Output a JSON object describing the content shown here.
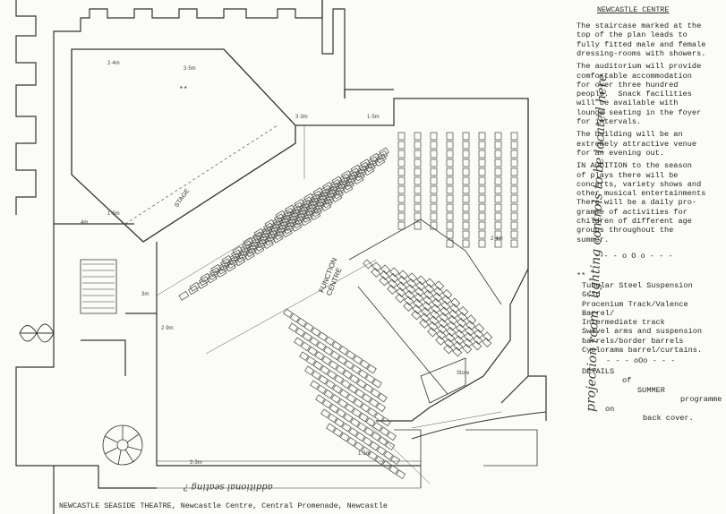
{
  "title": "NEWCASTLE CENTRE",
  "paragraphs": [
    [
      "The staircase marked at the",
      "top of the plan leads to",
      "fully fitted male and female",
      "dressing-rooms with showers."
    ],
    [
      "The auditorium will provide",
      "comfortable accommodation",
      "for over three hundred",
      "people.  Snack facilities",
      "will be available with",
      "lounge seating in the foyer",
      "for intervals."
    ],
    [
      "The building will be an",
      "extremely attractive venue",
      "for an evening out."
    ],
    [
      "IN ADDITION to the season",
      "of plays there will be",
      "concerts, variety shows and",
      "other musical entertainments",
      "There will be a daily pro-",
      "gramme of activities for",
      "children of different age",
      "groups throughout the",
      "summer."
    ]
  ],
  "separator1": "- - - o O o - - -",
  "asterisk": "**",
  "equipment": [
    "Tubular Steel Suspension",
    "Grid",
    "Procenium Track/Valence",
    "Barrel/",
    "Intermediate track",
    "Swivel arms and suspension",
    "barrels/border barrels",
    "Cyclorama barrel/curtains."
  ],
  "separator2": "- - - oOo - - -",
  "details": {
    "line1": "DETAILS",
    "line2": "of",
    "line3": "SUMMER",
    "line4": "programme",
    "line5": "on",
    "line6": "back cover."
  },
  "footer": "NEWCASTLE SEASIDE THEATRE, Newcastle Centre, Central Promenade, Newcastle",
  "handwritten_note": "projection room - lighting controls to be located here",
  "handwritten_bottom": "additional seating ?",
  "plan_labels": {
    "stage": "STAGE",
    "function_centre": "FUNCTION\nCENTRE",
    "store": "Store"
  }
}
